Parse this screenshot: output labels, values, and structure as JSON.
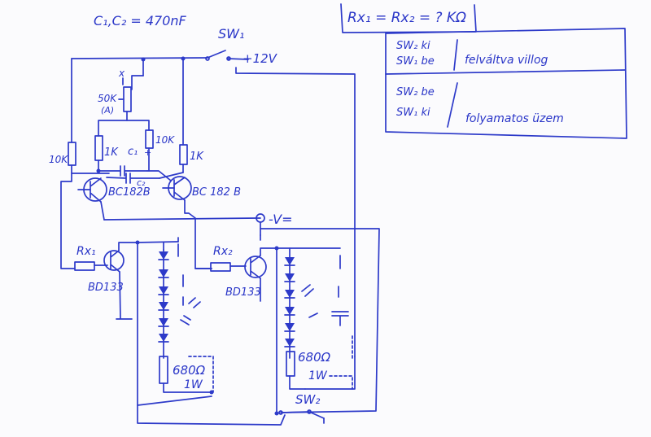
{
  "notes": {
    "cap_note": "C₁,C₂ = 470nF",
    "r_note": "Rx₁ = Rx₂ = ? KΩ",
    "table_row1_switch": "SW₂ ki",
    "table_row1_switch2": "SW₁ be",
    "table_row1_mode": "felváltva villog",
    "table_row2_switch": "SW₂ be",
    "table_row2_switch2": "SW₁ ki",
    "table_row2_mode": "folyamatos üzem"
  },
  "labels": {
    "sw1": "SW₁",
    "supply": "+12V",
    "pot_x": "x",
    "pot": "50K",
    "pot_taper": "(A)",
    "r_10k_left": "10K",
    "r_1k_left": "1K",
    "c1": "c₁",
    "c2": "c₂",
    "r_10k_right": "10K",
    "r_1k_right": "1K",
    "q_left": "BC182B",
    "q_right": "BC 182 B",
    "ground": "-V=",
    "rx1": "Rx₁",
    "rx2": "Rx₂",
    "q_pwr_left": "BD133",
    "q_pwr_right": "BD133",
    "r_680_left": "680Ω",
    "r_680_left_w": "1W",
    "r_680_right": "680Ω",
    "r_680_right_w": "1W",
    "sw2": "SW₂"
  },
  "colors": {
    "ink": "#2d3ac9",
    "paper": "#fbfbfd"
  }
}
